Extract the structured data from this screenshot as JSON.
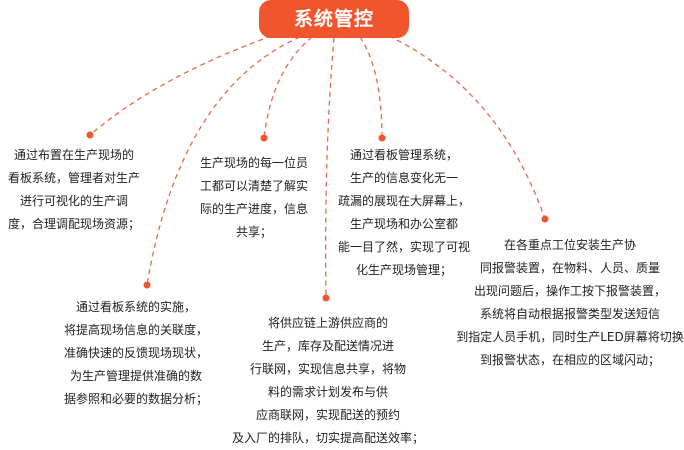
{
  "root": {
    "label": "系统管控"
  },
  "colors": {
    "accent": "#f0552d",
    "connector": "#e8694a",
    "text": "#222222"
  },
  "nodes": [
    {
      "id": "n1",
      "lines": [
        "通过布置在生产现场的",
        "看板系统，管理者对生产",
        "进行可视化的生产调",
        "度，合理调配现场资源；"
      ]
    },
    {
      "id": "n2",
      "lines": [
        "生产现场的每一位员",
        "工都可以清楚了解实",
        "际的生产进度，信息",
        "共享；"
      ]
    },
    {
      "id": "n3",
      "lines": [
        "通过看板管理系统，",
        "生产的信息变化无一",
        "疏漏的展现在大屏幕上，",
        "生产现场和办公室都",
        "能一目了然，实现了可视",
        "化生产现场管理；"
      ]
    },
    {
      "id": "n4",
      "lines": [
        "通过看板系统的实施，",
        "将提高现场信息的关联度，",
        "准确快速的反馈现场现状，",
        "为生产管理提供准确的数",
        "据参照和必要的数据分析；"
      ]
    },
    {
      "id": "n5",
      "lines": [
        "将供应链上游供应商的",
        "生产，库存及配送情况进",
        "行联网，实现信息共享，将物",
        "料的需求计划发布与供",
        "应商联网，实现配送的预约",
        "及入厂的排队，切实提高配送效率；"
      ]
    },
    {
      "id": "n6",
      "lines": [
        "在各重点工位安装生产协",
        "同报警装置，在物料、人员、质量",
        "出现问题后，操作工按下报警装置，",
        "系统将自动根据报警类型发送短信",
        "到指定人员手机，同时生产LED屏幕将切换",
        "到报警状态，在相应的区域闪动；"
      ]
    }
  ]
}
